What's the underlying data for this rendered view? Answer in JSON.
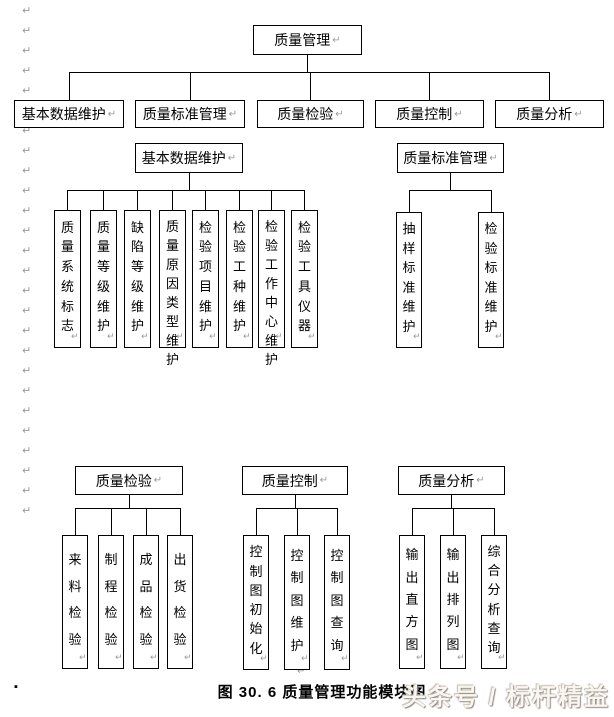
{
  "marks": {
    "return_glyph": "↵",
    "bullet": "▪",
    "left_column_count": 26
  },
  "top_chart": {
    "root": "质量管理",
    "level2": [
      "基本数据维护",
      "质量标准管理",
      "质量检验",
      "质量控制",
      "质量分析"
    ]
  },
  "subtrees": [
    {
      "header": "基本数据维护",
      "children": [
        "质量系统标志",
        "质量等级维护",
        "缺陷等级维护",
        "质量原因类型维护",
        "检验项目维护",
        "检验工种维护",
        "检验工作中心维护",
        "检验工具仪器"
      ]
    },
    {
      "header": "质量标准管理",
      "children": [
        "抽样标准维护",
        "检验标准维护"
      ]
    },
    {
      "header": "质量检验",
      "children": [
        "来料检验",
        "制程检验",
        "成品检验",
        "出货检验"
      ]
    },
    {
      "header": "质量控制",
      "children": [
        "控制图初始化",
        "控制图维护",
        "控制图查询"
      ]
    },
    {
      "header": "质量分析",
      "children": [
        "输出直方图",
        "输出排列图",
        "综合分析查询"
      ]
    }
  ],
  "caption": "图 30. 6 质量管理功能模块图",
  "watermark": "头条号 / 标杆精益",
  "colors": {
    "line": "#000000",
    "formatting_mark": "#9a9a9a",
    "watermark_fill": "#f9f6f2",
    "watermark_shadow": "#8f887e"
  }
}
